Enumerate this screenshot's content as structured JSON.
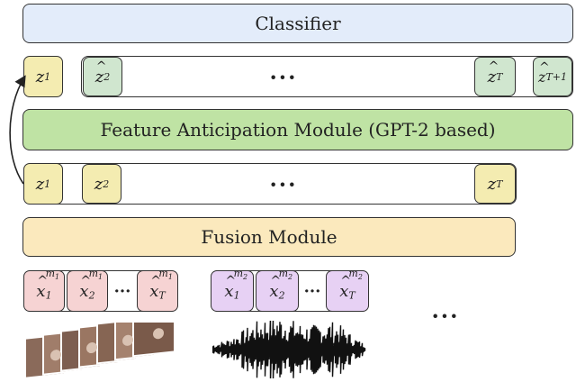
{
  "classifier": {
    "label": "Classifier"
  },
  "anticipation": {
    "label": "Feature Anticipation Module (GPT-2 based)"
  },
  "fusion": {
    "label": "Fusion Module"
  },
  "top_row": {
    "first": {
      "base": "z",
      "sub": "1"
    },
    "second": {
      "base": "z",
      "sub": "2"
    },
    "dots": "···",
    "last": {
      "base": "z",
      "sub": "T"
    },
    "extra": {
      "base": "z",
      "sub": "T+1"
    }
  },
  "mid_row": {
    "first": {
      "base": "z",
      "sub": "1"
    },
    "second": {
      "base": "z",
      "sub": "2"
    },
    "dots": "···",
    "last": {
      "base": "z",
      "sub": "T"
    }
  },
  "mod1": {
    "t1": {
      "base": "x",
      "sub": "1",
      "sup": "m",
      "supsub": "1"
    },
    "t2": {
      "base": "x",
      "sub": "2",
      "sup": "m",
      "supsub": "1"
    },
    "dots": "···",
    "tT": {
      "base": "x",
      "sub": "T",
      "sup": "m",
      "supsub": "1"
    }
  },
  "mod2": {
    "t1": {
      "base": "x",
      "sub": "1",
      "sup": "m",
      "supsub": "2"
    },
    "t2": {
      "base": "x",
      "sub": "2",
      "sup": "m",
      "supsub": "2"
    },
    "dots": "···",
    "tT": {
      "base": "x",
      "sub": "T",
      "sup": "m",
      "supsub": "2"
    }
  },
  "more_modalities": "···",
  "colors": {
    "classifier": "#e3ecfa",
    "anticipation": "#bfe3a4",
    "fusion": "#fbe9bd",
    "token_yellow": "#f4ecb1",
    "token_green": "#d0e6cf",
    "token_red": "#f6d3d3",
    "token_purple": "#e7d1f4"
  },
  "icons": [
    "video-frames-icon",
    "audio-waveform-icon"
  ]
}
